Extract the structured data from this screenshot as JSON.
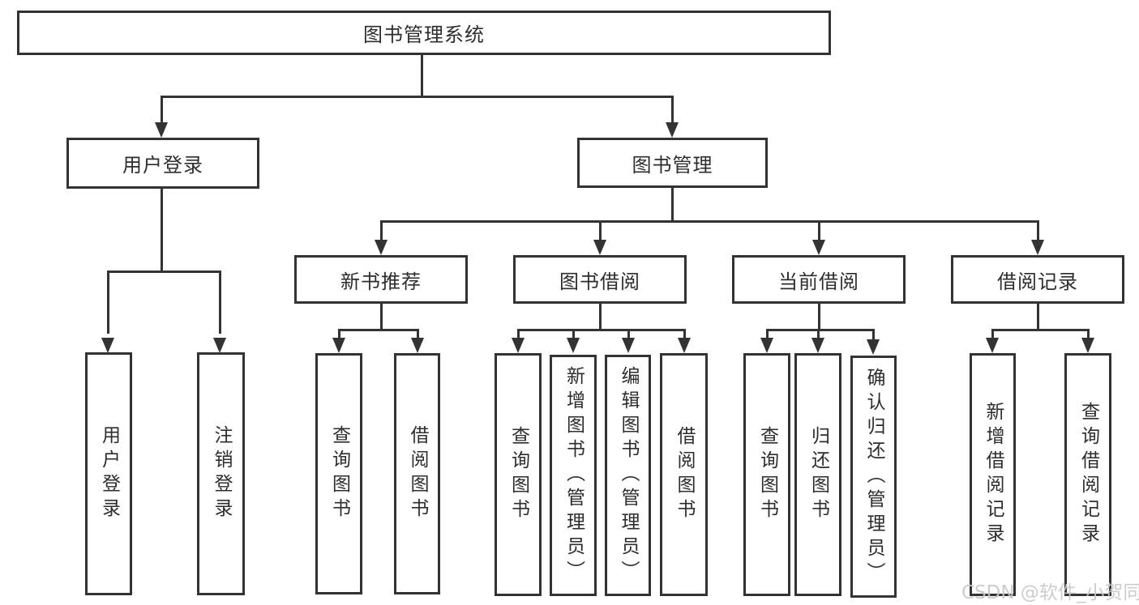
{
  "tree": {
    "label": "图书管理系统",
    "children": [
      {
        "label": "用户登录",
        "children": [
          {
            "label": "用户登录"
          },
          {
            "label": "注销登录"
          }
        ]
      },
      {
        "label": "图书管理",
        "children": [
          {
            "label": "新书推荐",
            "children": [
              {
                "label": "查询图书"
              },
              {
                "label": "借阅图书"
              }
            ]
          },
          {
            "label": "图书借阅",
            "children": [
              {
                "label": "查询图书"
              },
              {
                "label": "新增图书（管理员）"
              },
              {
                "label": "编辑图书（管理员）"
              },
              {
                "label": "借阅图书"
              }
            ]
          },
          {
            "label": "当前借阅",
            "children": [
              {
                "label": "查询图书"
              },
              {
                "label": "归还图书"
              },
              {
                "label": "确认归还（管理员）"
              }
            ]
          },
          {
            "label": "借阅记录",
            "children": [
              {
                "label": "新增借阅记录"
              },
              {
                "label": "查询借阅记录"
              }
            ]
          }
        ]
      }
    ]
  },
  "watermark": {
    "text": "CSDN @软件_小贺同学"
  },
  "colors": {
    "line": "#333333",
    "text": "#2d2d2d",
    "watermark": "#c8c8c8",
    "background": "#ffffff"
  }
}
